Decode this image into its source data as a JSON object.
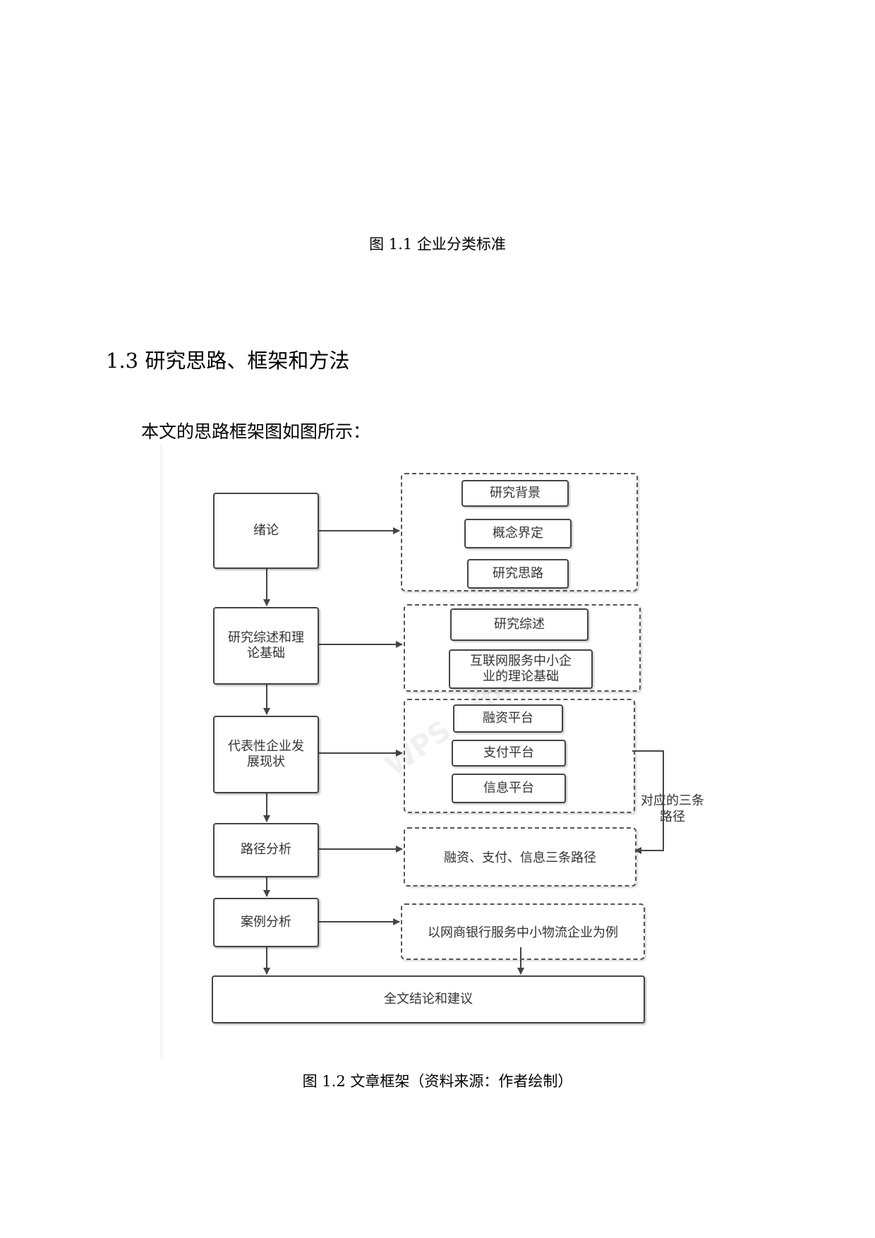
{
  "captions": {
    "fig1": "图 1.1 企业分类标准",
    "fig2": "图 1.2 文章框架（资料来源：作者绘制）"
  },
  "section": {
    "heading": "1.3 研究思路、框架和方法",
    "intro": "本文的思路框架图如图所示："
  },
  "diagram": {
    "main_steps": [
      "绪论",
      "研究综述和理论基础",
      "代表性企业发展现状",
      "路径分析",
      "案例分析"
    ],
    "group1": [
      "研究背景",
      "概念界定",
      "研究思路"
    ],
    "group2": [
      "研究综述",
      "互联网服务中小企业的理论基础"
    ],
    "group3": [
      "融资平台",
      "支付平台",
      "信息平台"
    ],
    "side_label": "对应的三条路径",
    "path_box": "融资、支付、信息三条路径",
    "case_box": "以网商银行服务中小物流企业为例",
    "conclusion": "全文结论和建议",
    "watermark": "WPS Office"
  }
}
